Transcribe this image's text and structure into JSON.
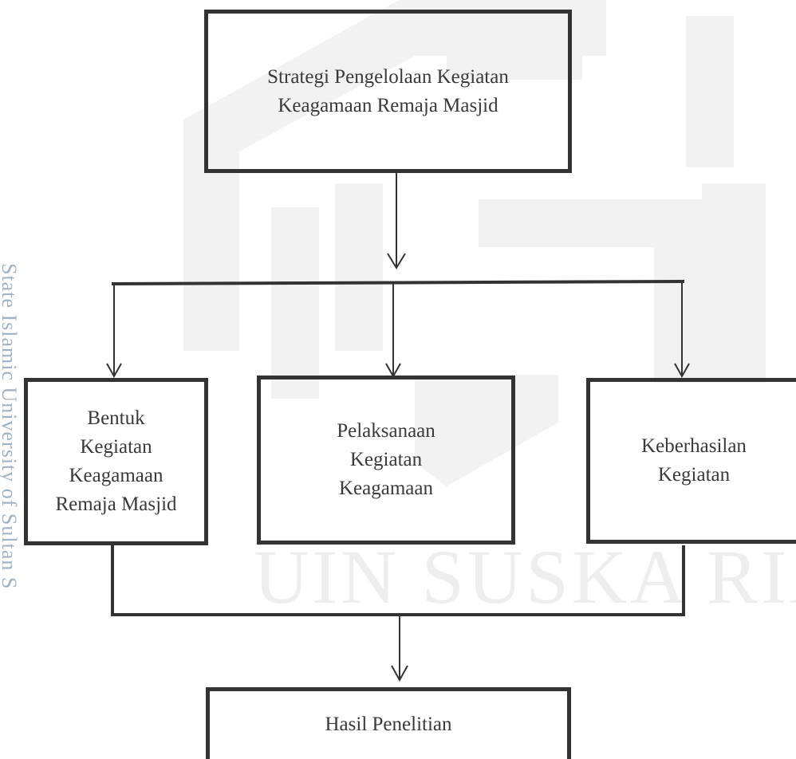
{
  "watermark": {
    "side_text": "State Islamic University of Sultan S",
    "bottom_text": "UIN SUSKA RIAU"
  },
  "diagram": {
    "top_box": {
      "line1": "Strategi Pengelolaan Kegiatan",
      "line2": "Keagamaan Remaja Masjid"
    },
    "left_box": {
      "line1": "Bentuk",
      "line2": "Kegiatan",
      "line3": "Keagamaan",
      "line4": "Remaja Masjid"
    },
    "center_box": {
      "line1": "Pelaksanaan",
      "line2": "Kegiatan",
      "line3": "Keagamaan"
    },
    "right_box": {
      "line1": "Keberhasilan",
      "line2": "Kegiatan"
    },
    "bottom_box": {
      "line1": "Hasil Penelitian"
    }
  },
  "colors": {
    "line": "#333333",
    "text": "#3a3a3a",
    "watermark": "#f3f3f3",
    "side_text": "#9fb3c4"
  }
}
